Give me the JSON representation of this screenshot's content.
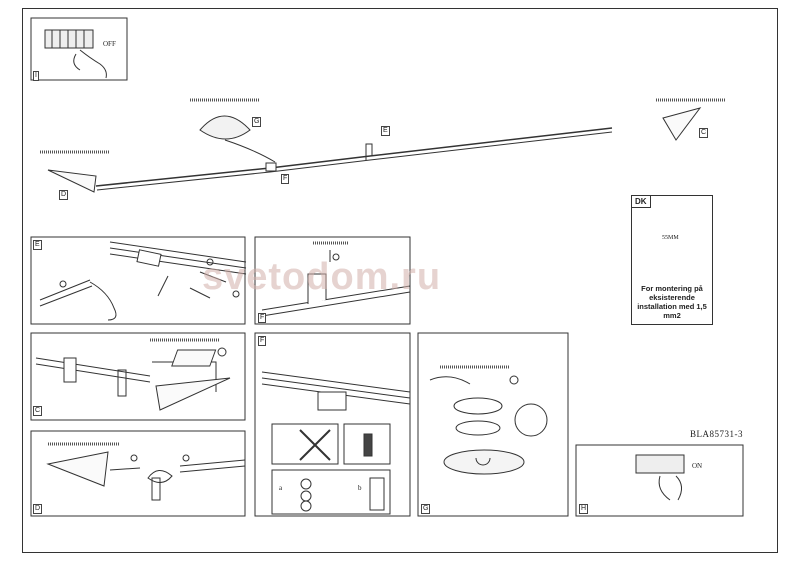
{
  "document": {
    "code": "BLA85731-3",
    "watermark": "svetodom.ru"
  },
  "panels": {
    "i_switch": {
      "tag": "I",
      "state": "OFF"
    },
    "h_switch": {
      "tag": "H",
      "state": "ON"
    },
    "overview": {
      "tag_g": "G",
      "tag_e": "E",
      "tag_f": "F",
      "tag_c": "C",
      "tag_d": "D"
    },
    "step_e": {
      "tag": "E"
    },
    "step_f_rail": {
      "tag": "F"
    },
    "step_c": {
      "tag": "C"
    },
    "step_d": {
      "tag": "D"
    },
    "step_f": {
      "tag": "F",
      "a": "a",
      "b": "b"
    },
    "step_g": {
      "tag": "G"
    }
  },
  "dk_box": {
    "tag": "DK",
    "dimension": "55MM",
    "note": "For montering på eksisterende installation med 1,5 mm2"
  },
  "colors": {
    "line": "#333333",
    "watermark": "#d2afaa"
  }
}
